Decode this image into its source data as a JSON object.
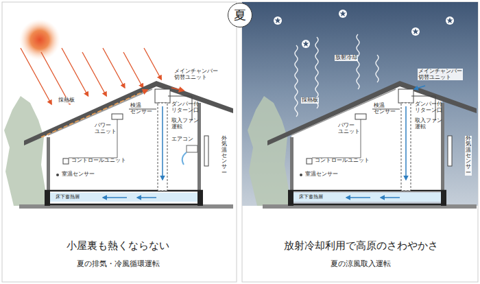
{
  "diagram": {
    "nodes": [
      {
        "text": [
          "夏"
        ]
      }
    ],
    "labels": [
      "メインチャンバー 切替ユニット",
      "検温 センサー",
      "採熱板",
      "パワー ユニット",
      "ダンパー付 リターン口",
      "取入ファン 運転",
      "エアコン",
      "コントロールユニット",
      "室温センサー",
      "外気温センサー",
      "床下蓄熱層",
      "小屋裏も熱くならない",
      "夏の排気・冷風循環運転",
      "放射冷却",
      "メインチャンバー 切替ユニット",
      "検温 センサー",
      "採熱板",
      "パワー ユニット",
      "ダンパー付 リターン口",
      "取入ファン 運転",
      "コントロールユニット",
      "室温センサー",
      "外気温センサー",
      "床下蓄熱層",
      "放射冷却利用で高原のさわやかさ",
      "夏の涼風取入運転"
    ]
  }
}
